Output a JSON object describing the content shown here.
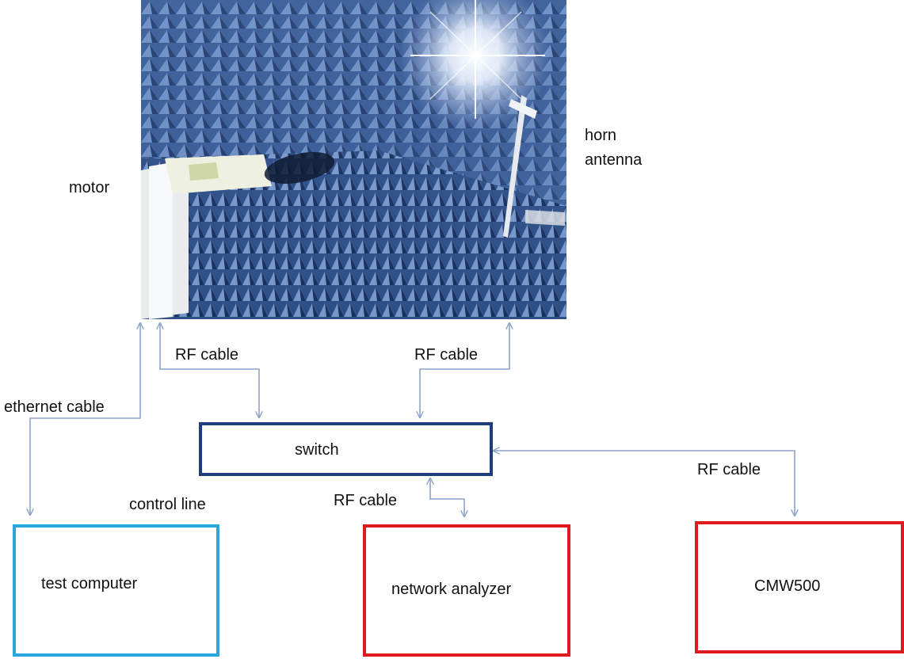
{
  "photo": {
    "description_icon": "anechoic-chamber-photo"
  },
  "labels": {
    "motor": "motor",
    "horn_line1": "horn",
    "horn_line2": "antenna",
    "rf_cable_left": "RF cable",
    "rf_cable_right": "RF cable",
    "ethernet_cable": "ethernet cable",
    "rf_cable_cmw": "RF cable",
    "rf_cable_na": "RF cable",
    "control_line": "control line"
  },
  "boxes": {
    "switch": "switch",
    "test_computer": "test computer",
    "network_analyzer": "network analyzer",
    "cmw500": "CMW500"
  },
  "colors": {
    "arrow": "#8ea4c8",
    "switch_border": "#1f3d7a",
    "computer_border": "#2aa7dc",
    "instrument_border": "#e0191f"
  }
}
